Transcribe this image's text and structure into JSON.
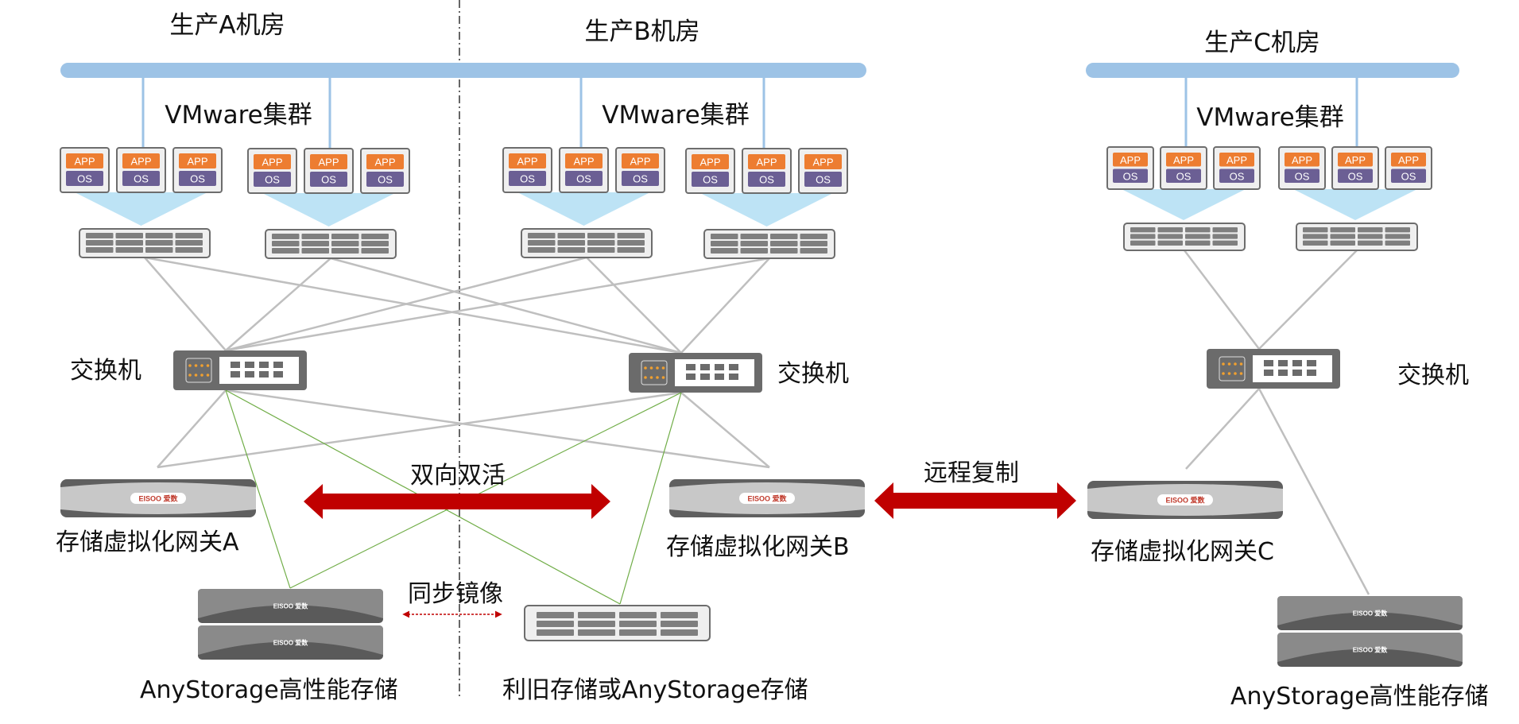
{
  "rooms": [
    {
      "id": "A",
      "title": "生产A机房",
      "cluster_label": "VMware集群",
      "switch_label": "交换机",
      "gateway_label": "存储虚拟化网关A",
      "storage_label": "AnyStorage高性能存储"
    },
    {
      "id": "B",
      "title": "生产B机房",
      "cluster_label": "VMware集群",
      "switch_label": "交换机",
      "gateway_label": "存储虚拟化网关B",
      "storage_label": "利旧存储或AnyStorage存储"
    },
    {
      "id": "C",
      "title": "生产C机房",
      "cluster_label": "VMware集群",
      "switch_label": "交换机",
      "gateway_label": "存储虚拟化网关C",
      "storage_label": "AnyStorage高性能存储"
    }
  ],
  "vm": {
    "app": "APP",
    "os": "OS"
  },
  "links": {
    "active_active": "双向双活",
    "remote_replication": "远程复制",
    "sync_mirror": "同步镜像"
  },
  "brand": {
    "logo": "EISOO",
    "logo_cn": "爱数"
  },
  "colors": {
    "bus": "#9dc3e6",
    "app": "#ed7d31",
    "os": "#6b5f94",
    "arrow": "#c00000",
    "green_link": "#70ad47",
    "gray_link": "#bfbfbf",
    "device": "#707070"
  }
}
